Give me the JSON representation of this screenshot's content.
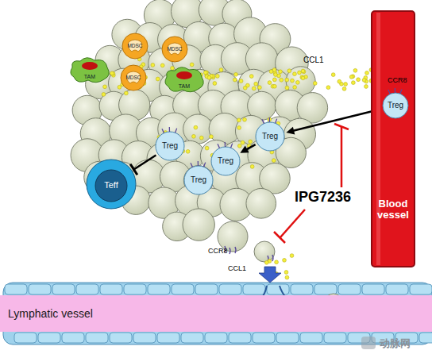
{
  "diagram": {
    "nodes": [
      {
        "text": [
          "TAM"
        ]
      },
      {
        "text": [
          "MDSC"
        ]
      },
      {
        "text": [
          "MDSC"
        ]
      },
      {
        "text": [
          "MDSC"
        ]
      },
      {
        "text": [
          "TAM"
        ]
      },
      {
        "text": [
          "Blood vessel"
        ]
      },
      {
        "text": [
          "Treg"
        ],
        "in": 5
      },
      {
        "text": [
          "Treg"
        ]
      },
      {
        "text": [
          "Treg"
        ]
      },
      {
        "text": [
          "Treg"
        ]
      },
      {
        "text": [
          "Treg"
        ]
      },
      {
        "text": [
          "Teff"
        ]
      },
      {
        "text": [
          "Lymphatic vessel"
        ]
      }
    ],
    "edges": [
      {
        "from": 6,
        "to": 7,
        "arrow": "to"
      },
      {
        "from": 7,
        "to": 9,
        "arrow": "to"
      },
      {
        "from": 8,
        "to": 11,
        "arrow": "to"
      }
    ],
    "labels": [
      "CCL1",
      "CCR8",
      "IPG7236",
      "CCR8",
      "CCL1",
      "动脉网"
    ]
  }
}
